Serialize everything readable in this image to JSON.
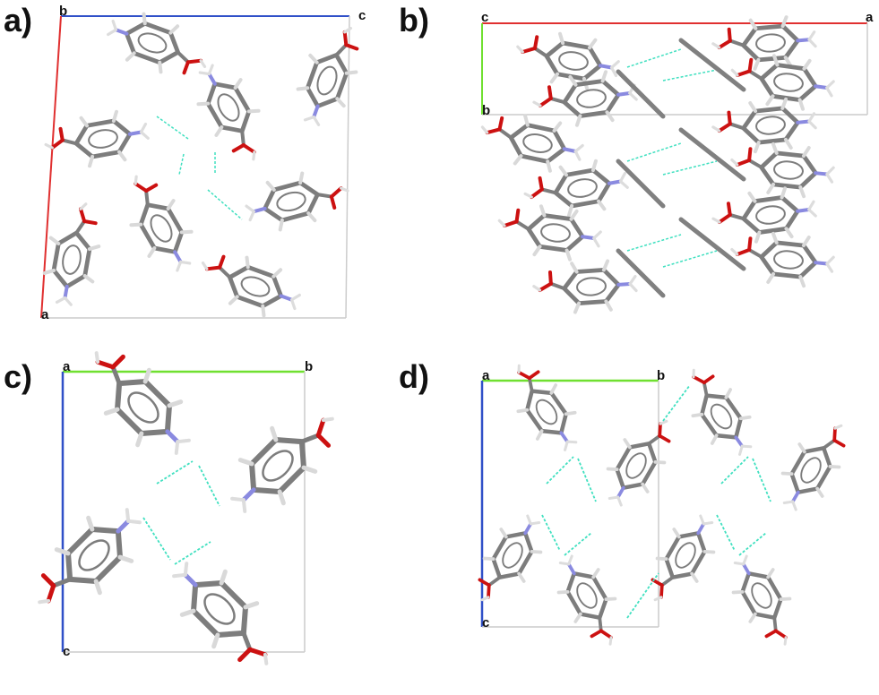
{
  "figure": {
    "panels": [
      {
        "id": "a",
        "label": "a)",
        "axes": {
          "a": "a",
          "b": "b",
          "c": "c"
        }
      },
      {
        "id": "b",
        "label": "b)",
        "axes": {
          "a": "a",
          "b": "b",
          "c": "c"
        }
      },
      {
        "id": "c",
        "label": "c)",
        "axes": {
          "a": "a",
          "b": "b",
          "c": "c"
        }
      },
      {
        "id": "d",
        "label": "d)",
        "axes": {
          "a": "a",
          "b": "b",
          "c": "c"
        }
      }
    ],
    "colors": {
      "axis_a": "#e03030",
      "axis_b": "#70e030",
      "axis_c": "#3050c8",
      "cell_edge": "#c8c8c8",
      "carbon": "#808080",
      "hydrogen": "#e6e6e6",
      "oxygen": "#d01010",
      "nitrogen": "#8a8ae0",
      "hbond": "#40e0c0"
    }
  }
}
